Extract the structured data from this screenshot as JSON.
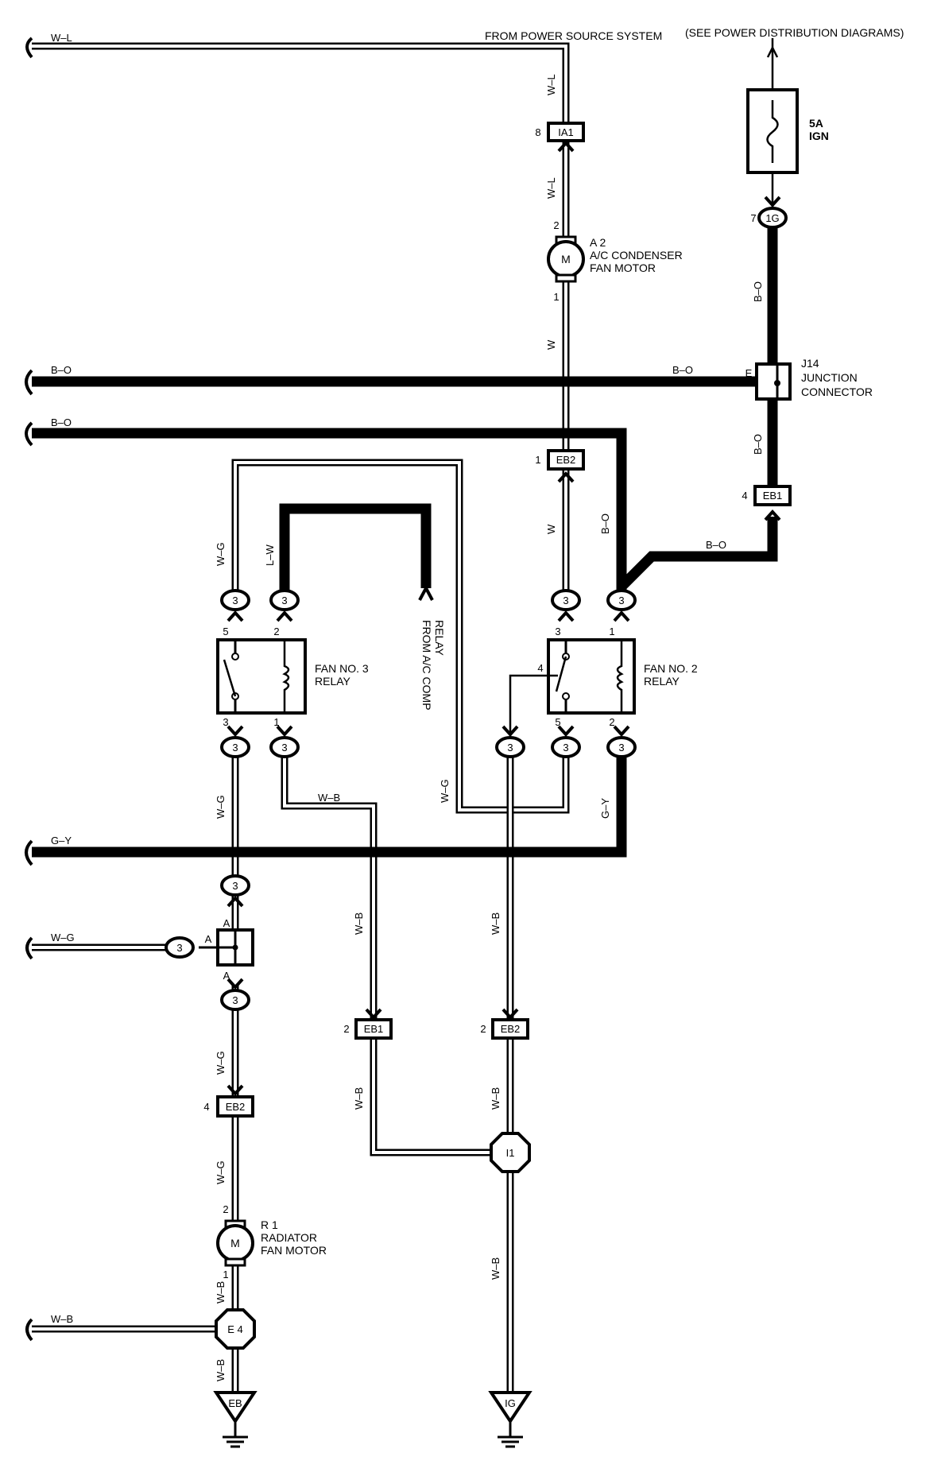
{
  "header": {
    "source": "FROM POWER SOURCE SYSTEM",
    "see": "(SEE POWER DISTRIBUTION DIAGRAMS)"
  },
  "fuse": {
    "amp": "5A",
    "name": "IGN"
  },
  "components": {
    "a2": {
      "code": "A 2",
      "line1": "A/C CONDENSER",
      "line2": "FAN MOTOR",
      "symbol": "M"
    },
    "r1": {
      "code": "R 1",
      "line1": "RADIATOR",
      "line2": "FAN MOTOR",
      "symbol": "M"
    },
    "j14": {
      "code": "J14",
      "line1": "JUNCTION",
      "line2": "CONNECTOR"
    },
    "relay3": {
      "line1": "FAN NO. 3",
      "line2": "RELAY"
    },
    "relay2": {
      "line1": "FAN NO. 2",
      "line2": "RELAY"
    },
    "accomp": {
      "line1": "FROM A/C COMP",
      "line2": "RELAY"
    }
  },
  "connectors": {
    "ia1": "IA1",
    "ig1": "1G",
    "eb2": "EB2",
    "eb1": "EB1",
    "i1": "I1",
    "e4": "E 4",
    "gnd_eb": "EB",
    "gnd_ig": "IG",
    "ring": "3",
    "joint": "A",
    "je": "E"
  },
  "wires": {
    "wl": "W–L",
    "bo": "B–O",
    "w": "W",
    "wg": "W–G",
    "lw": "L–W",
    "wb": "W–B",
    "gy": "G–Y"
  },
  "pins": {
    "p1": "1",
    "p2": "2",
    "p3": "3",
    "p4": "4",
    "p5": "5",
    "p7": "7",
    "p8": "8"
  }
}
